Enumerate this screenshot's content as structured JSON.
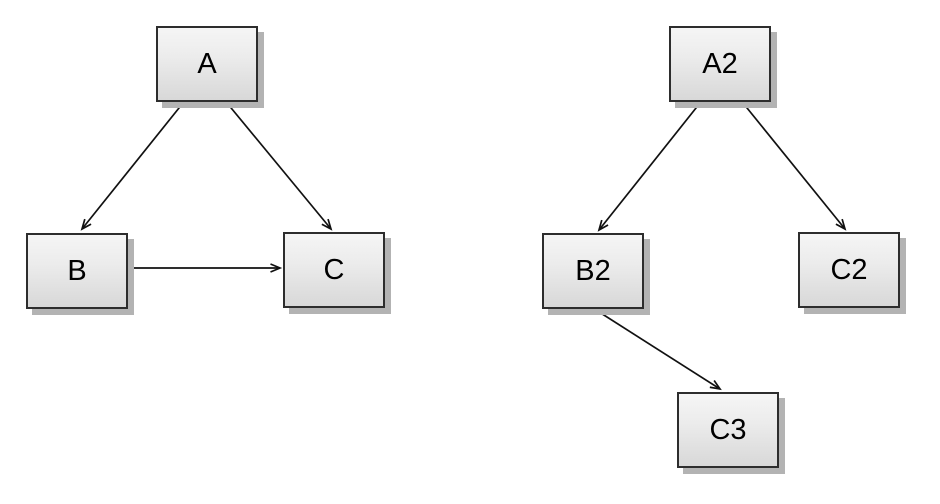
{
  "canvas": {
    "background": "#ffffff"
  },
  "style": {
    "node_border_color": "#2d2d2d",
    "node_fill_top": "#f5f5f5",
    "node_fill_bottom": "#d8d8d8",
    "node_shadow_color": "#b3b3b3",
    "edge_color": "#111111",
    "label_color": "#000000"
  },
  "diagram": {
    "graphs": [
      {
        "name": "left-graph",
        "nodes": [
          {
            "id": "A",
            "label": "A"
          },
          {
            "id": "B",
            "label": "B"
          },
          {
            "id": "C",
            "label": "C"
          }
        ],
        "edges": [
          {
            "from": "A",
            "to": "B"
          },
          {
            "from": "A",
            "to": "C"
          },
          {
            "from": "B",
            "to": "C"
          }
        ]
      },
      {
        "name": "right-graph",
        "nodes": [
          {
            "id": "A2",
            "label": "A2"
          },
          {
            "id": "B2",
            "label": "B2"
          },
          {
            "id": "C2",
            "label": "C2"
          },
          {
            "id": "C3",
            "label": "C3"
          }
        ],
        "edges": [
          {
            "from": "A2",
            "to": "B2"
          },
          {
            "from": "A2",
            "to": "C2"
          },
          {
            "from": "B2",
            "to": "C3"
          }
        ]
      }
    ]
  }
}
